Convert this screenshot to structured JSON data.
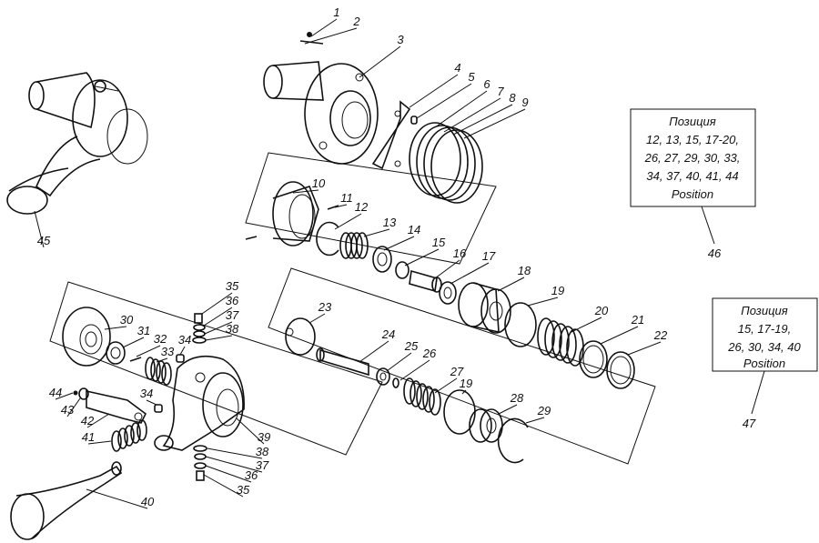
{
  "part_numbers": [
    "1",
    "2",
    "3",
    "4",
    "5",
    "6",
    "7",
    "8",
    "9",
    "10",
    "11",
    "12",
    "13",
    "14",
    "15",
    "16",
    "17",
    "18",
    "19",
    "20",
    "21",
    "22",
    "23",
    "24",
    "25",
    "26",
    "27",
    "19",
    "28",
    "29",
    "30",
    "31",
    "32",
    "33",
    "34",
    "35",
    "36",
    "37",
    "38",
    "34",
    "44",
    "43",
    "42",
    "41",
    "39",
    "38",
    "37",
    "36",
    "35",
    "40",
    "45",
    "46",
    "47"
  ],
  "box46": {
    "number": "46",
    "lines": [
      "Позиция",
      "12, 13, 15, 17-20,",
      "26, 27, 29, 30, 33,",
      "34, 37, 40, 41, 44",
      "Position"
    ]
  },
  "box47": {
    "number": "47",
    "lines": [
      "Позиция",
      "15, 17-19,",
      "26, 30, 34, 40",
      "Position"
    ]
  }
}
